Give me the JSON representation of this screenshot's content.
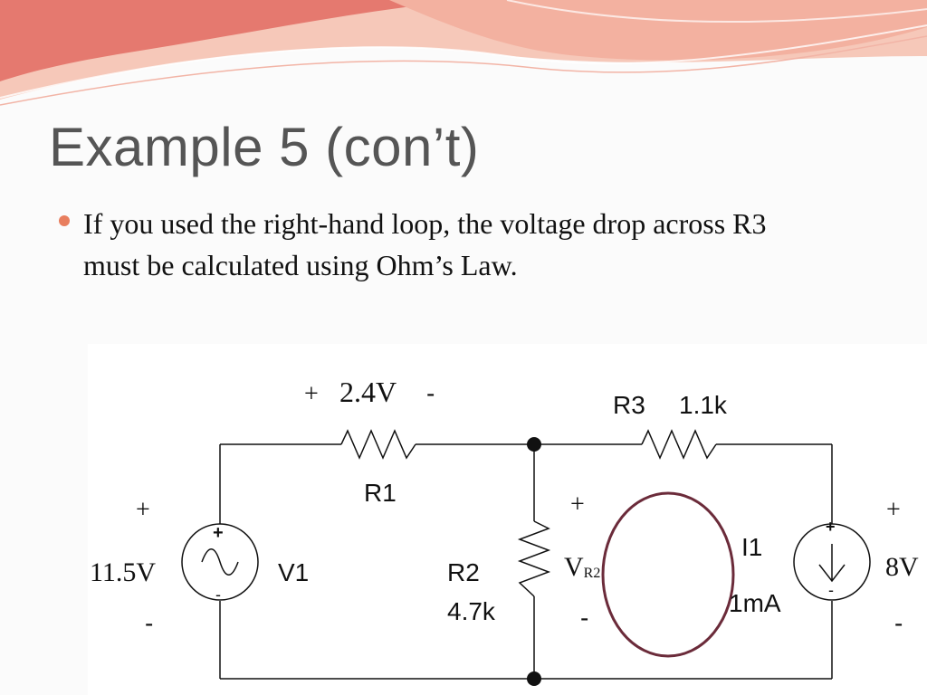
{
  "slide": {
    "title": "Example 5 (con’t)",
    "bullet": "If you used the right-hand loop, the voltage drop across R3 must be calculated using Ohm’s Law."
  },
  "circuit": {
    "r1": {
      "name": "R1",
      "drop": "2.4V",
      "plus": "+",
      "minus": "-"
    },
    "r2": {
      "name": "R2",
      "value": "4.7k"
    },
    "r3": {
      "name": "R3",
      "value": "1.1k"
    },
    "v1": {
      "name": "V1",
      "value": "11.5V",
      "plus": "+",
      "minus": "-",
      "src_plus": "+",
      "src_minus": "-"
    },
    "vr2": {
      "label_main": "V",
      "label_sub": "R2",
      "plus": "+",
      "minus": "-"
    },
    "i1": {
      "name": "I1",
      "value": "1mA",
      "src_plus": "+",
      "src_minus": "-"
    },
    "out": {
      "value": "8V",
      "plus": "+",
      "minus": "-"
    }
  },
  "colors": {
    "accent": "#e87e5e",
    "loop": "#6b2b3a",
    "banner_light": "#f6c3b3",
    "banner_dark": "#e3776d"
  }
}
